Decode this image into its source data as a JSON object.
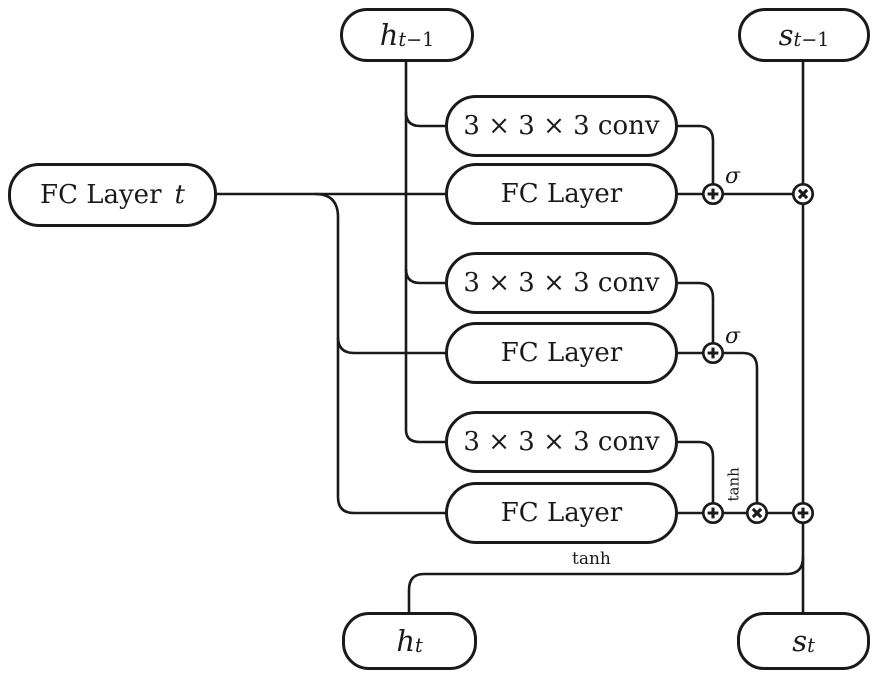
{
  "background": "#ffffff",
  "stroke_color": "#1a1a1a",
  "nodes": {
    "h_prev": {
      "base": "h",
      "sub_var": "t",
      "sub_rest": "−1"
    },
    "s_prev": {
      "base": "s",
      "sub_var": "t",
      "sub_rest": "−1"
    },
    "fc_input": {
      "label": "FC Layer",
      "var": "t"
    },
    "conv1": {
      "label": "3 × 3 × 3 conv"
    },
    "fc1": {
      "label": "FC Layer"
    },
    "conv2": {
      "label": "3 × 3 × 3 conv"
    },
    "fc2": {
      "label": "FC Layer"
    },
    "conv3": {
      "label": "3 × 3 × 3 conv"
    },
    "fc3": {
      "label": "FC Layer"
    },
    "h_out": {
      "base": "h",
      "sub_var": "t",
      "sub_rest": ""
    },
    "s_out": {
      "base": "s",
      "sub_var": "t",
      "sub_rest": ""
    }
  },
  "operator_labels": {
    "sigma_gate1": "σ",
    "sigma_gate2": "σ",
    "tanh_gate": "tanh",
    "tanh_output": "tanh"
  },
  "icons": {
    "plus_operator": "⊕",
    "times_operator": "⊗"
  }
}
